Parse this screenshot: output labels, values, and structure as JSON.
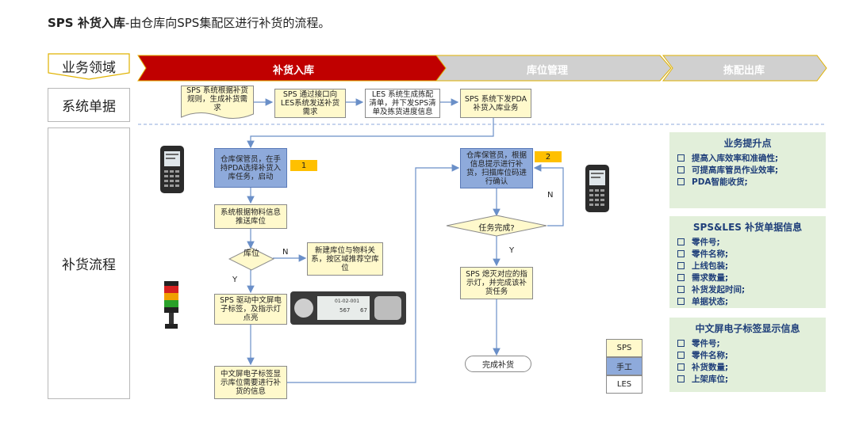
{
  "title": {
    "bold": "SPS 补货入库",
    "rest": "-由仓库向SPS集配区进行补货的流程。"
  },
  "row_labels": {
    "domain": "业务领域",
    "docs": "系统单据",
    "flow": "补货流程"
  },
  "phases": [
    "补货入库",
    "库位管理",
    "拣配出库"
  ],
  "doc_boxes": [
    "SPS 系统根据补货规则，生成补货需求",
    "SPS 通过接口向LES系统发送补货需求",
    "LES 系统生成拣配清单，并下发SPS清单及拣货进度信息",
    "SPS 系统下发PDA补货入库业务"
  ],
  "flow_boxes": {
    "keeper_pda": "仓库保管员，在手持PDA选择补货入库任务，启动",
    "sys_push": "系统根据物料信息推送库位",
    "decision_location": "库位",
    "new_location": "新建库位与物料关系，按区域推荐空库位",
    "sps_drive": "SPS 驱动中文屏电子标签，及指示灯点亮",
    "display_info": "中文屏电子标签显示库位需要进行补货的信息",
    "keeper_confirm": "仓库保管员，根据信息提示进行补货，扫描库位码进行确认",
    "decision_done": "任务完成?",
    "sps_off": "SPS 熄灭对应的指示灯，并完成该补货任务",
    "complete": "完成补货"
  },
  "branch_labels": {
    "n": "N",
    "y": "Y"
  },
  "markers": [
    "1",
    "2"
  ],
  "panels": [
    {
      "title": "业务提升点",
      "items": [
        "提高入库效率和准确性;",
        "可提高库管员作业效率;",
        "PDA智能收货;"
      ]
    },
    {
      "title": "SPS&LES 补货单据信息",
      "items": [
        "零件号;",
        "零件名称;",
        "上线包装;",
        "需求数量;",
        "补货发起时间;",
        "单据状态;"
      ]
    },
    {
      "title": "中文屏电子标签显示信息",
      "items": [
        "零件号;",
        "零件名称;",
        "补货数量;",
        "上架库位;"
      ]
    }
  ],
  "legend": [
    "SPS",
    "手工",
    "LES"
  ],
  "label_device": {
    "code": "01-02-001",
    "qty": "567",
    "num": "67"
  },
  "colors": {
    "phase_active": "#c00000",
    "phase_inactive": "#d0d0d0",
    "sps_fill": "#fff9cc",
    "manual_fill": "#8eaadb",
    "panel_fill": "#e2efda",
    "marker": "#ffc000"
  }
}
